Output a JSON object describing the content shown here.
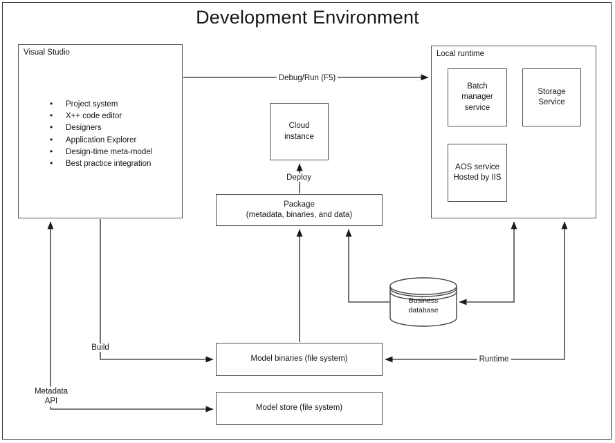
{
  "title": "Development Environment",
  "visual_studio": {
    "label": "Visual Studio",
    "features": [
      "Project system",
      "X++ code editor",
      "Designers",
      "Application Explorer",
      "Design-time meta-model",
      "Best practice integration"
    ]
  },
  "local_runtime": {
    "label": "Local runtime",
    "batch_service": "Batch manager service",
    "storage_service": "Storage Service",
    "aos_service": "AOS service Hosted by IIS"
  },
  "cloud_instance": "Cloud instance",
  "package": {
    "label": "Package",
    "sublabel": "(metadata, binaries, and data)"
  },
  "business_database": "Business database",
  "model_binaries": "Model binaries (file system)",
  "model_store": "Model store (file system)",
  "connectors": {
    "debug_run": "Debug/Run (F5)",
    "deploy": "Deploy",
    "build": "Build",
    "metadata_api": "Metadata API",
    "runtime": "Runtime"
  },
  "colors": {
    "line": "#4d4d4d",
    "arrowhead": "#1a1a1a",
    "box_border": "#525252"
  }
}
